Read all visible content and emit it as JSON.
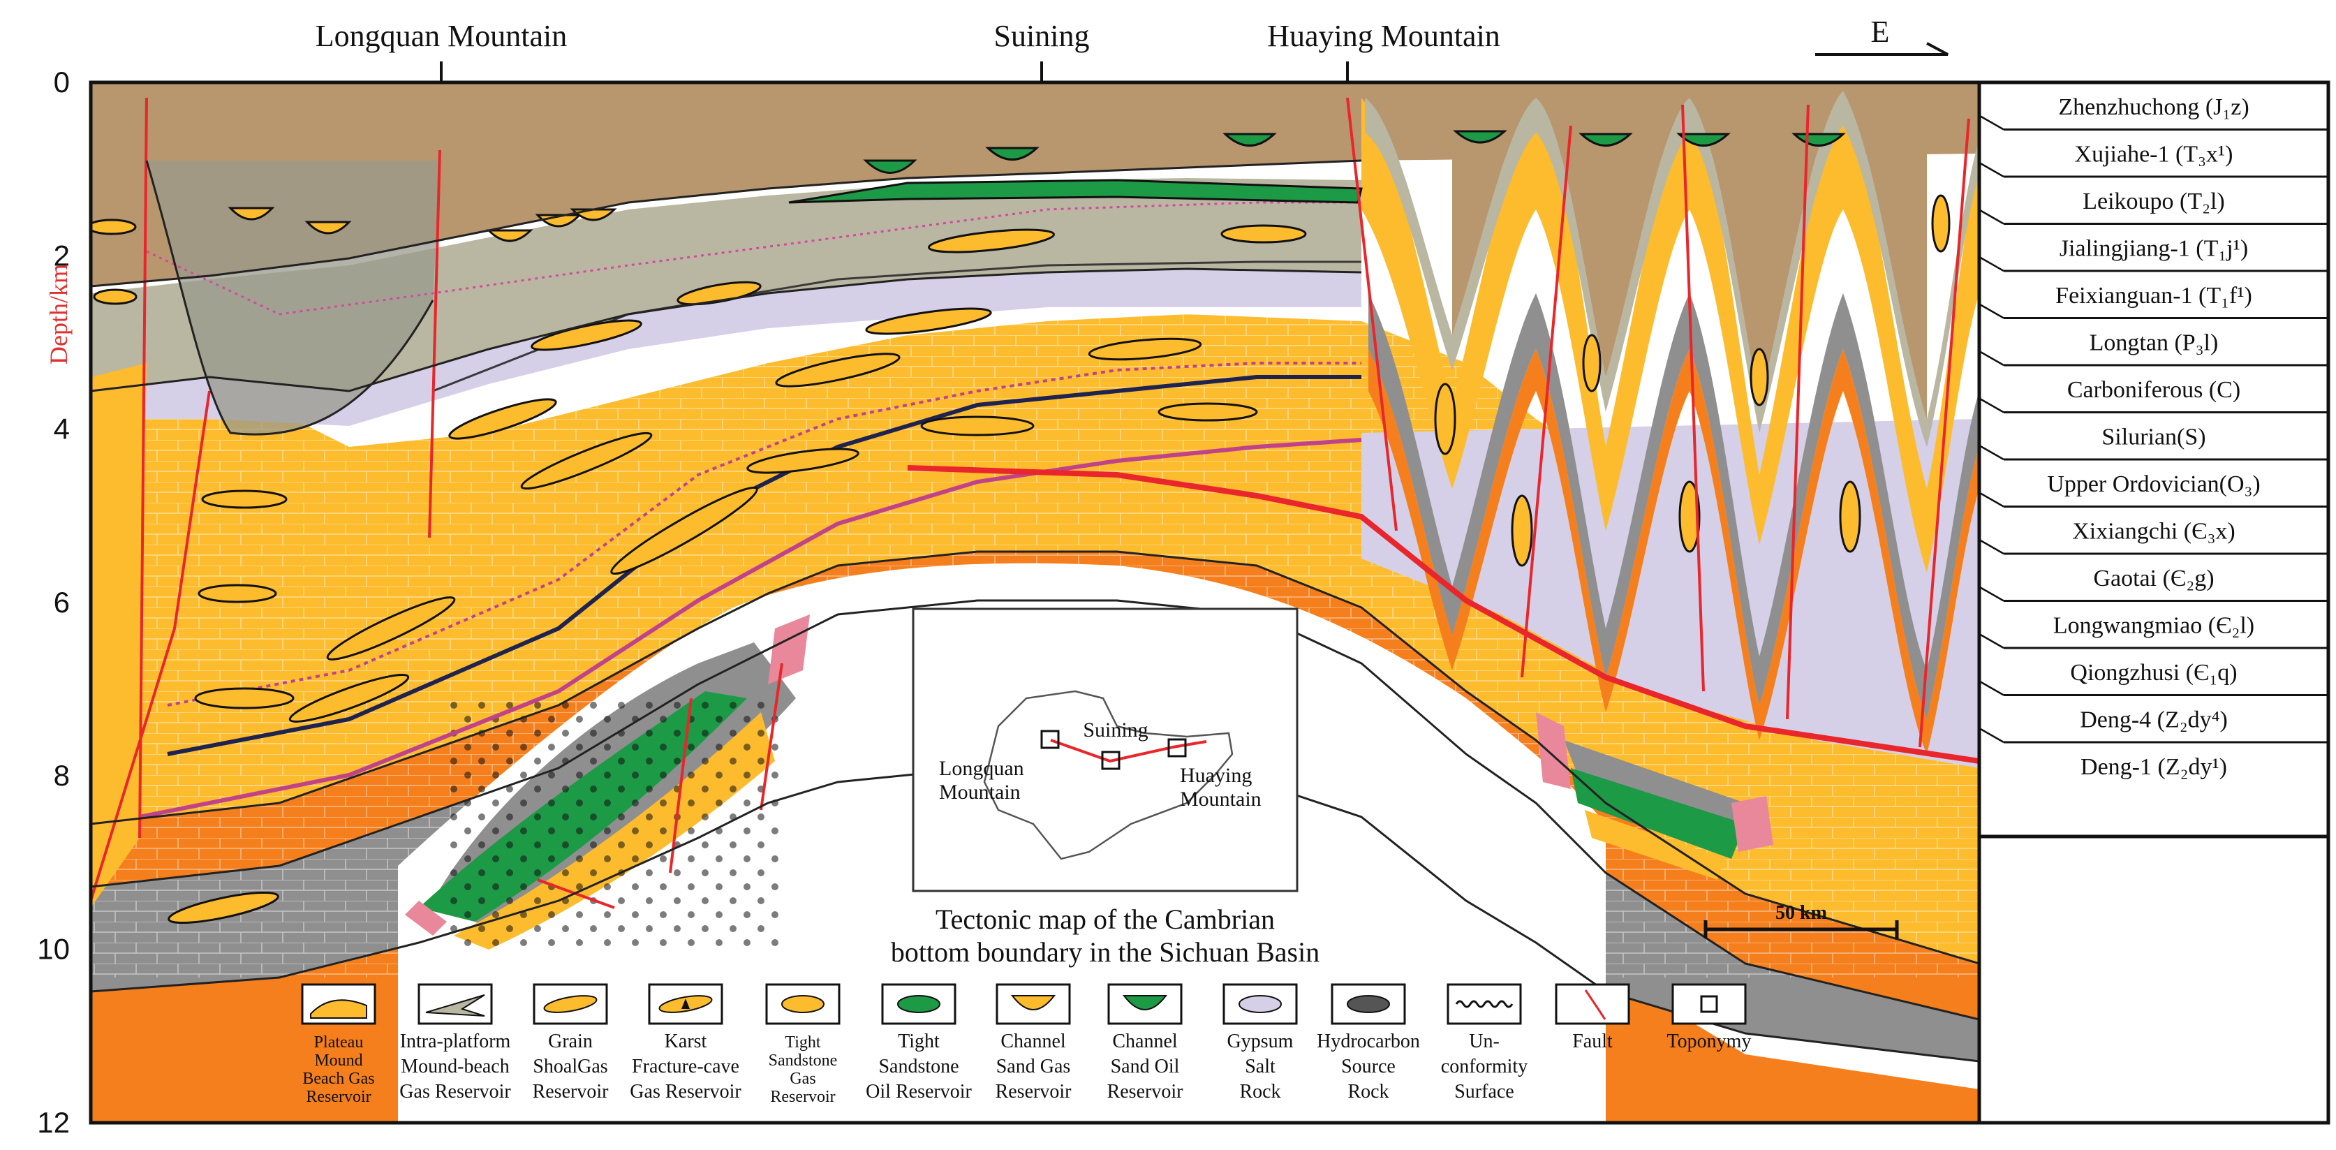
{
  "locations": {
    "longquan": "Longquan Mountain",
    "suining": "Suining",
    "huaying": "Huaying Mountain",
    "direction": "E"
  },
  "y_axis": {
    "label": "Depth/km",
    "ticks": [
      "0",
      "2",
      "4",
      "6",
      "8",
      "10",
      "12"
    ]
  },
  "strata": [
    "Zhenzhuchong (J₁z)",
    "Xujiahe-1 (T₃x¹)",
    "Leikoupo (T₂l)",
    "Jialingjiang-1 (T₁j¹)",
    "Feixianguan-1 (T₁f¹)",
    "Longtan (P₃l)",
    "Carboniferous (C)",
    "Silurian(S)",
    "Upper Ordovician(O₃)",
    "Xixiangchi (Є₃x)",
    "Gaotai (Є₂g)",
    "Longwangmiao (Є₂l)",
    "Qiongzhusi (Є₁q)",
    "Deng-4 (Z₂dy⁴)",
    "Deng-1 (Z₂dy¹)"
  ],
  "inset": {
    "suining": "Suining",
    "longquan_l1": "Longquan",
    "longquan_l2": "Mountain",
    "huaying_l1": "Huaying",
    "huaying_l2": "Mountain",
    "caption_l1": "Tectonic map of the Cambrian",
    "caption_l2": "bottom boundary in the Sichuan Basin"
  },
  "scale_bar": "50 km",
  "legend": [
    {
      "lines": [
        "Plateau",
        "Mound",
        "Beach Gas",
        "Reservoir"
      ],
      "icon": "plateau-mound-icon",
      "small": true
    },
    {
      "lines": [
        "Intra-platform",
        "Mound-beach",
        "Gas Reservoir"
      ],
      "icon": "intra-platform-icon",
      "small": false
    },
    {
      "lines": [
        "Grain",
        "ShoalGas",
        "Reservoir"
      ],
      "icon": "grain-shoal-icon",
      "small": false
    },
    {
      "lines": [
        "Karst",
        "Fracture-cave",
        "Gas Reservoir"
      ],
      "icon": "karst-icon",
      "small": false
    },
    {
      "lines": [
        "Tight",
        "Sandstone",
        "Gas",
        "Reservoir"
      ],
      "icon": "tight-sandstone-gas-icon",
      "small": true
    },
    {
      "lines": [
        "Tight",
        "Sandstone",
        "Oil Reservoir"
      ],
      "icon": "tight-sandstone-oil-icon",
      "small": false
    },
    {
      "lines": [
        "Channel",
        "Sand Gas",
        "Reservoir"
      ],
      "icon": "channel-sand-gas-icon",
      "small": false
    },
    {
      "lines": [
        "Channel",
        "Sand Oil",
        "Reservoir"
      ],
      "icon": "channel-sand-oil-icon",
      "small": false
    },
    {
      "lines": [
        "Gypsum",
        "Salt",
        "Rock"
      ],
      "icon": "gypsum-salt-icon",
      "small": false
    },
    {
      "lines": [
        "Hydrocarbon",
        "Source",
        "Rock"
      ],
      "icon": "source-rock-icon",
      "small": false
    },
    {
      "lines": [
        "Un-",
        "conformity",
        "Surface"
      ],
      "icon": "unconformity-icon",
      "small": false
    },
    {
      "lines": [
        "Fault"
      ],
      "icon": "fault-icon",
      "small": false
    },
    {
      "lines": [
        "Toponymy"
      ],
      "icon": "toponymy-icon",
      "small": false
    }
  ],
  "colors": {
    "brown": "#b8966e",
    "gray_green": "#b9b6a2",
    "dark_gray": "#8f8f8f",
    "lavender": "#d5cfe8",
    "yellow": "#fdbb2e",
    "orange": "#f57f1c",
    "green": "#1c9a46",
    "pink": "#e9889a",
    "fault": "#e8262b"
  }
}
